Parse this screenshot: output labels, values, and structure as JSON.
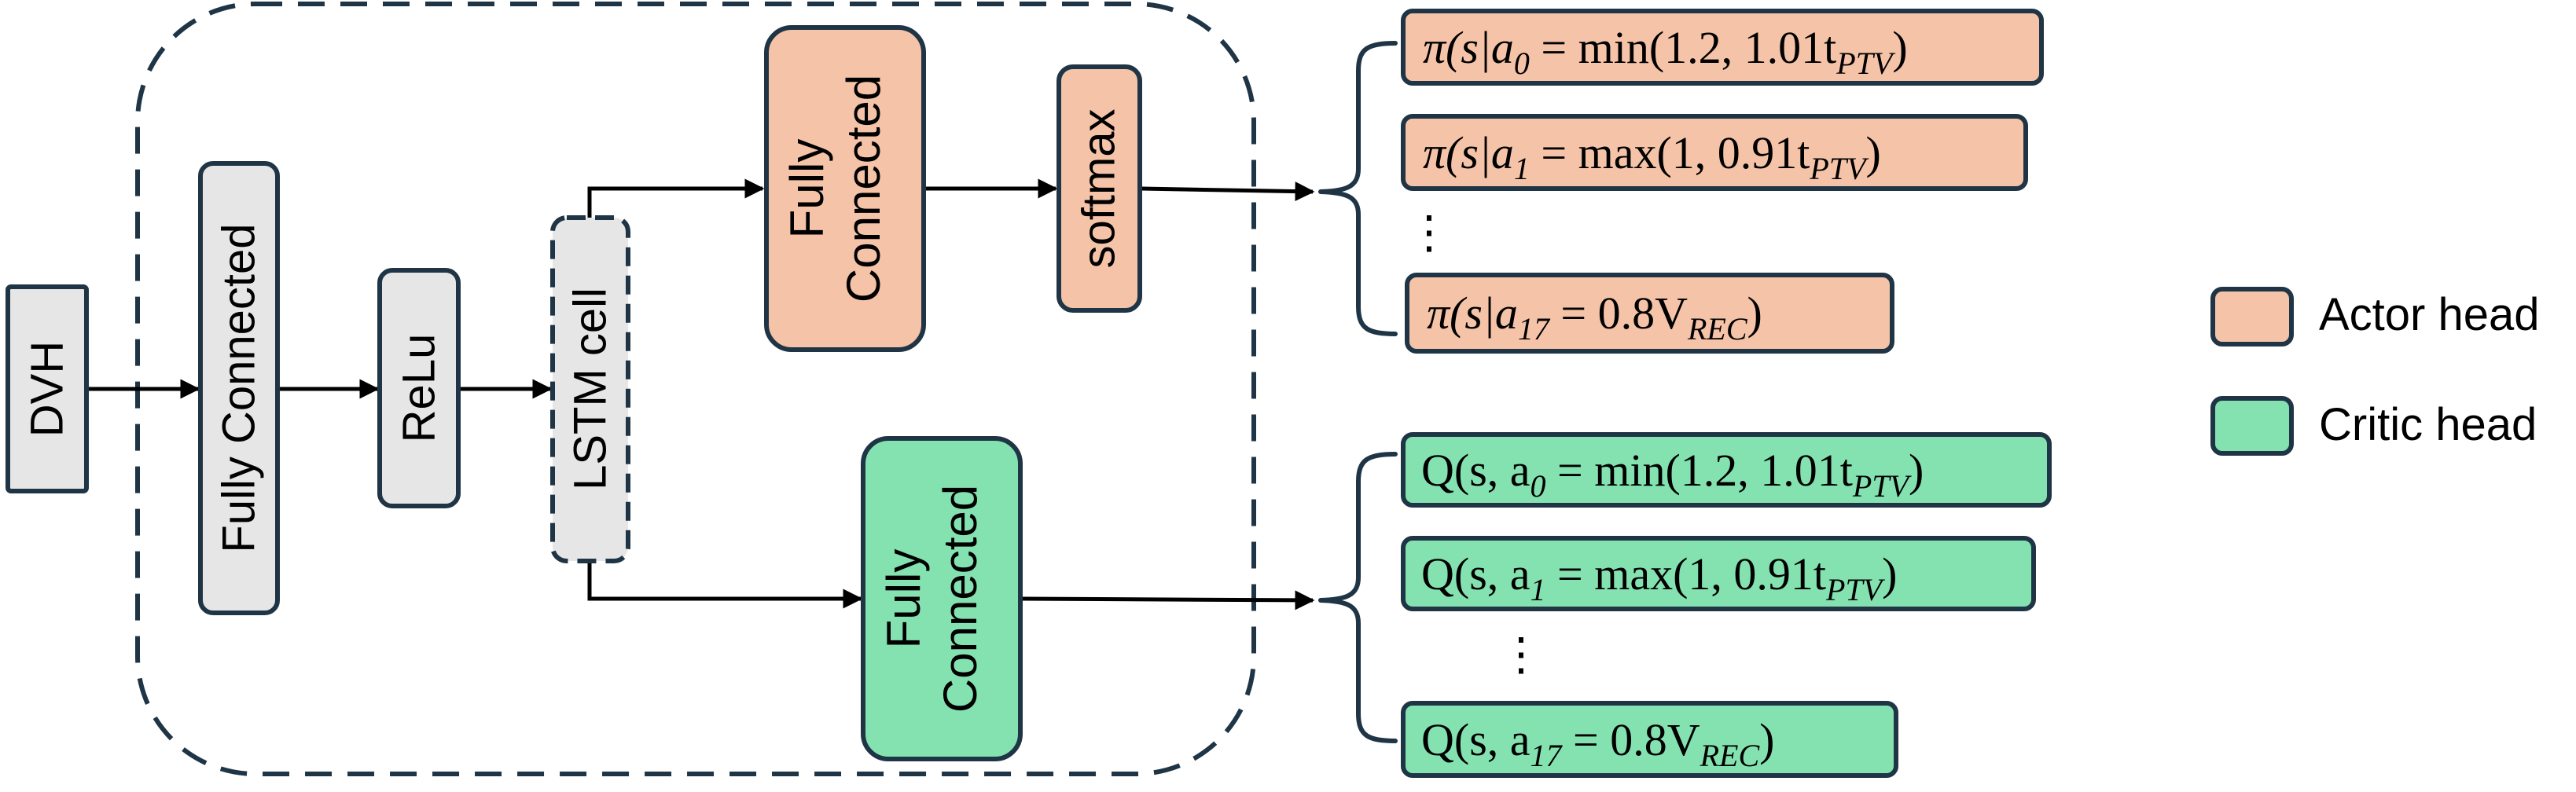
{
  "nodes": {
    "dvh": "DVH",
    "fc1": "Fully Connected",
    "relu": "ReLu",
    "lstm": "LSTM cell",
    "actor_fc_line1": "Fully",
    "actor_fc_line2": "Connected",
    "softmax": "softmax",
    "critic_fc_line1": "Fully",
    "critic_fc_line2": "Connected"
  },
  "actor_outputs": [
    {
      "prefix": "π(s|a",
      "sub": "0",
      "rest": " = min(1.2, 1.01t",
      "sub2": "PTV",
      "end": ")"
    },
    {
      "prefix": "π(s|a",
      "sub": "1",
      "rest": " = max(1, 0.91t",
      "sub2": "PTV",
      "end": ")"
    },
    {
      "prefix": "π(s|a",
      "sub": "17",
      "rest": " = 0.8V",
      "sub2": "REC",
      "end": ")"
    }
  ],
  "critic_outputs": [
    {
      "prefix": "Q(s, a",
      "sub": "0",
      "rest": " = min(1.2, 1.01t",
      "sub2": "PTV",
      "end": ")"
    },
    {
      "prefix": "Q(s, a",
      "sub": "1",
      "rest": " = max(1, 0.91t",
      "sub2": "PTV",
      "end": ")"
    },
    {
      "prefix": "Q(s, a",
      "sub": "17",
      "rest": " = 0.8V",
      "sub2": "REC",
      "end": ")"
    }
  ],
  "ellipsis": "⋮",
  "legend": {
    "actor": "Actor head",
    "critic": "Critic head"
  },
  "colors": {
    "actor": "#f5c3a8",
    "critic": "#84e2b1",
    "neutral": "#e6e6e6",
    "border": "#1f3545"
  }
}
